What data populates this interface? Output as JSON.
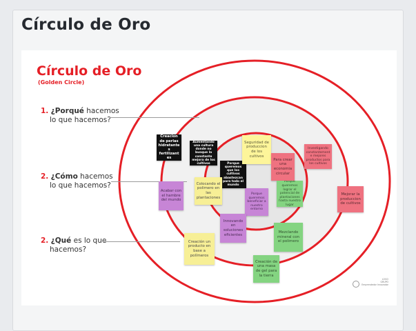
{
  "page": {
    "heading": "Círculo de Oro"
  },
  "board": {
    "title": "Círculo de Oro",
    "subtitle": "(Golden Circle)",
    "colors": {
      "accent": "#e51f26",
      "inner_fill": "#e8e8e8"
    },
    "questions": [
      {
        "num": "1.",
        "bold": "¿Porqué",
        "rest": " hacemos",
        "line2": "lo que hacemos?"
      },
      {
        "num": "2.",
        "bold": "¿Cómo",
        "rest": " hacemos",
        "line2": "lo que hacemos?"
      },
      {
        "num": "2.",
        "bold": "¿Qué",
        "rest": " es lo que",
        "line2": "hacemos?"
      }
    ],
    "notes": [
      {
        "text": "Creacion de perlas hidratantes fertilizantes",
        "color": "black"
      },
      {
        "text": "Aumentando una cultura donde no busque la constante mejora de los cultivos",
        "color": "black"
      },
      {
        "text": "Porque queremos que los cultivos abastezcan para todo el mundo",
        "color": "black"
      },
      {
        "text": "Seguridad de produccion de los cultivos",
        "color": "yellow"
      },
      {
        "text": "Para crear una economia circular",
        "color": "pink"
      },
      {
        "text": "Investigando constantemente mejores productos para los cultivos",
        "color": "pink"
      },
      {
        "text": "Acabar con el hambre del mundo",
        "color": "purple"
      },
      {
        "text": "Colocando el polimero en las plantaciones",
        "color": "yellow"
      },
      {
        "text": "Porque queremos beneficiar a nuestro entorno",
        "color": "purple"
      },
      {
        "text": "Porque queremos lograr el potencial de plantaciones hasta nuestro lugar",
        "color": "green"
      },
      {
        "text": "Mejorar la produccion de cultivos",
        "color": "pink"
      },
      {
        "text": "Innovando en soluciones eficientes",
        "color": "purple"
      },
      {
        "text": "Creación un producto en base a polímeros",
        "color": "yellow"
      },
      {
        "text": "Mezclando mineral con el polimero",
        "color": "green"
      },
      {
        "text": "Creación de una masa de gel para la tierra",
        "color": "green"
      }
    ],
    "footer": {
      "line1": "LOGO",
      "line2": "GRUPO",
      "line3": "Emprendedor Innovador"
    }
  }
}
